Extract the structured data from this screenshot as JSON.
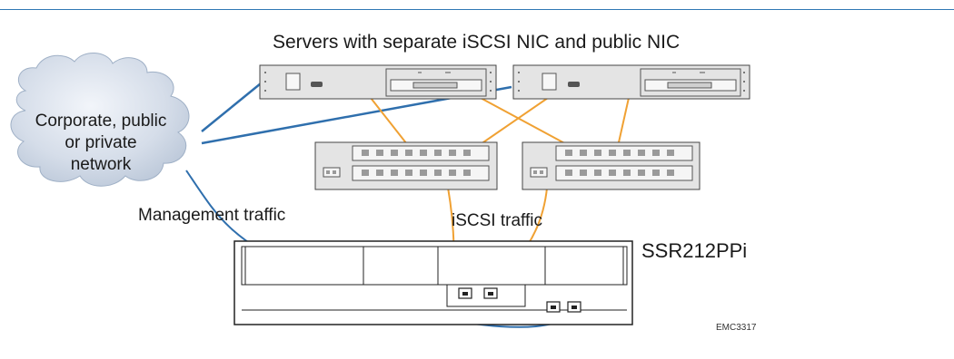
{
  "title": "Servers with separate iSCSI NIC and public NIC",
  "cloud": {
    "label": "Corporate, public or private network"
  },
  "labels": {
    "management": "Management traffic",
    "iscsi": "iSCSI traffic",
    "storage_model": "SSR212PPi",
    "figure_code": "EMC3317"
  },
  "colors": {
    "ethernet_link": "#2f6fad",
    "iscsi_link": "#f0a133",
    "device_fill": "#e4e4e4",
    "cloud_fill": "#d5dde9",
    "rule_line": "#2f78b4"
  }
}
